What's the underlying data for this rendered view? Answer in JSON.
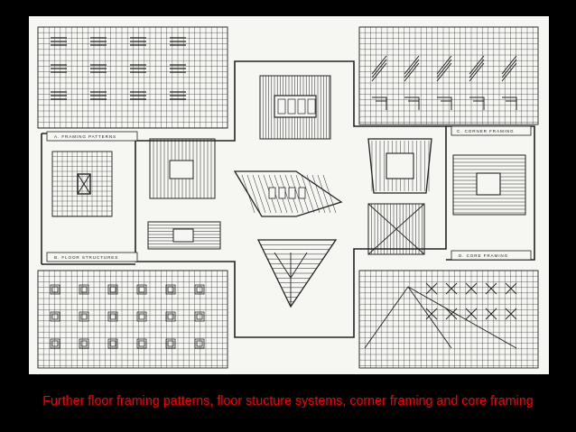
{
  "slide": {
    "caption": "Further floor framing patterns, floor stucture systems, corner framing and core framing",
    "colors": {
      "background": "#000000",
      "sheet": "#f6f6f3",
      "ink": "#222222",
      "caption": "#ff0000"
    }
  },
  "drawing": {
    "panels": {
      "framing_patterns": {
        "label": "A. FRAMING PATTERNS"
      },
      "floor_structures": {
        "label": "B. FLOOR STRUCTURES"
      },
      "corner_framing": {
        "label": "C. CORNER FRAMING"
      },
      "core_framing": {
        "label": "D. CORE FRAMING"
      }
    }
  }
}
